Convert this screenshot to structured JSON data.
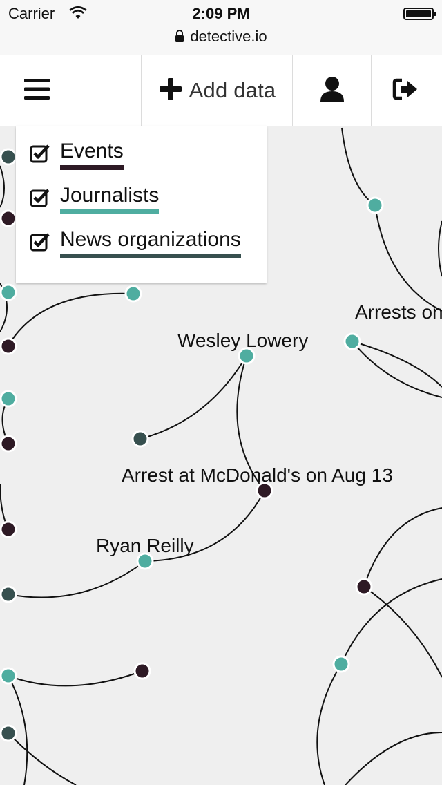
{
  "status_bar": {
    "carrier": "Carrier",
    "time": "2:09 PM",
    "url": "detective.io"
  },
  "toolbar": {
    "add_label": "Add data",
    "icons": [
      "menu-icon",
      "plus-icon",
      "user-icon",
      "logout-icon"
    ]
  },
  "legend": {
    "items": [
      {
        "label": "Events",
        "color": "#2e1a25",
        "checked": true
      },
      {
        "label": "Journalists",
        "color": "#4fada0",
        "checked": true
      },
      {
        "label": "News organizations",
        "color": "#37504f",
        "checked": true
      }
    ]
  },
  "graph": {
    "colors": {
      "events": "#2e1a25",
      "journalists": "#4fada0",
      "organizations": "#37504f"
    },
    "labels": {
      "wesley": "Wesley Lowery",
      "arrest_mcdonalds": "Arrest at McDonald's on Aug 13",
      "ryan": "Ryan Reilly",
      "arrests_partial": "Arrests on"
    }
  }
}
